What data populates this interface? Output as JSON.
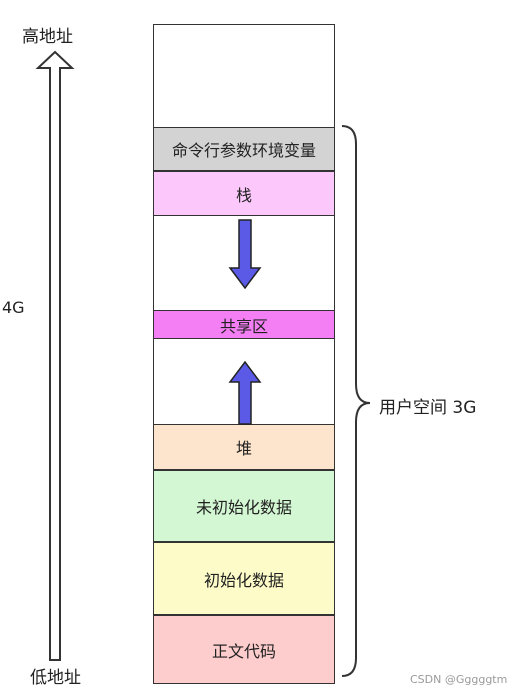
{
  "labels": {
    "high_address": "高地址",
    "low_address": "低地址",
    "total_size": "4G",
    "user_space": "用户空间 3G"
  },
  "segments": [
    {
      "label": "命令行参数环境变量",
      "color": "#d3d3d3"
    },
    {
      "label": "栈",
      "color": "#fcc8fc"
    },
    {
      "label": "共享区",
      "color": "#f47ef4"
    },
    {
      "label": "堆",
      "color": "#fde4cc"
    },
    {
      "label": "未初始化数据",
      "color": "#d3f7d3"
    },
    {
      "label": "初始化数据",
      "color": "#fdfcc9"
    },
    {
      "label": "正文代码",
      "color": "#fdcccc"
    }
  ],
  "arrow_color": "#5a5ae6",
  "watermark": "CSDN @Gggggtm"
}
